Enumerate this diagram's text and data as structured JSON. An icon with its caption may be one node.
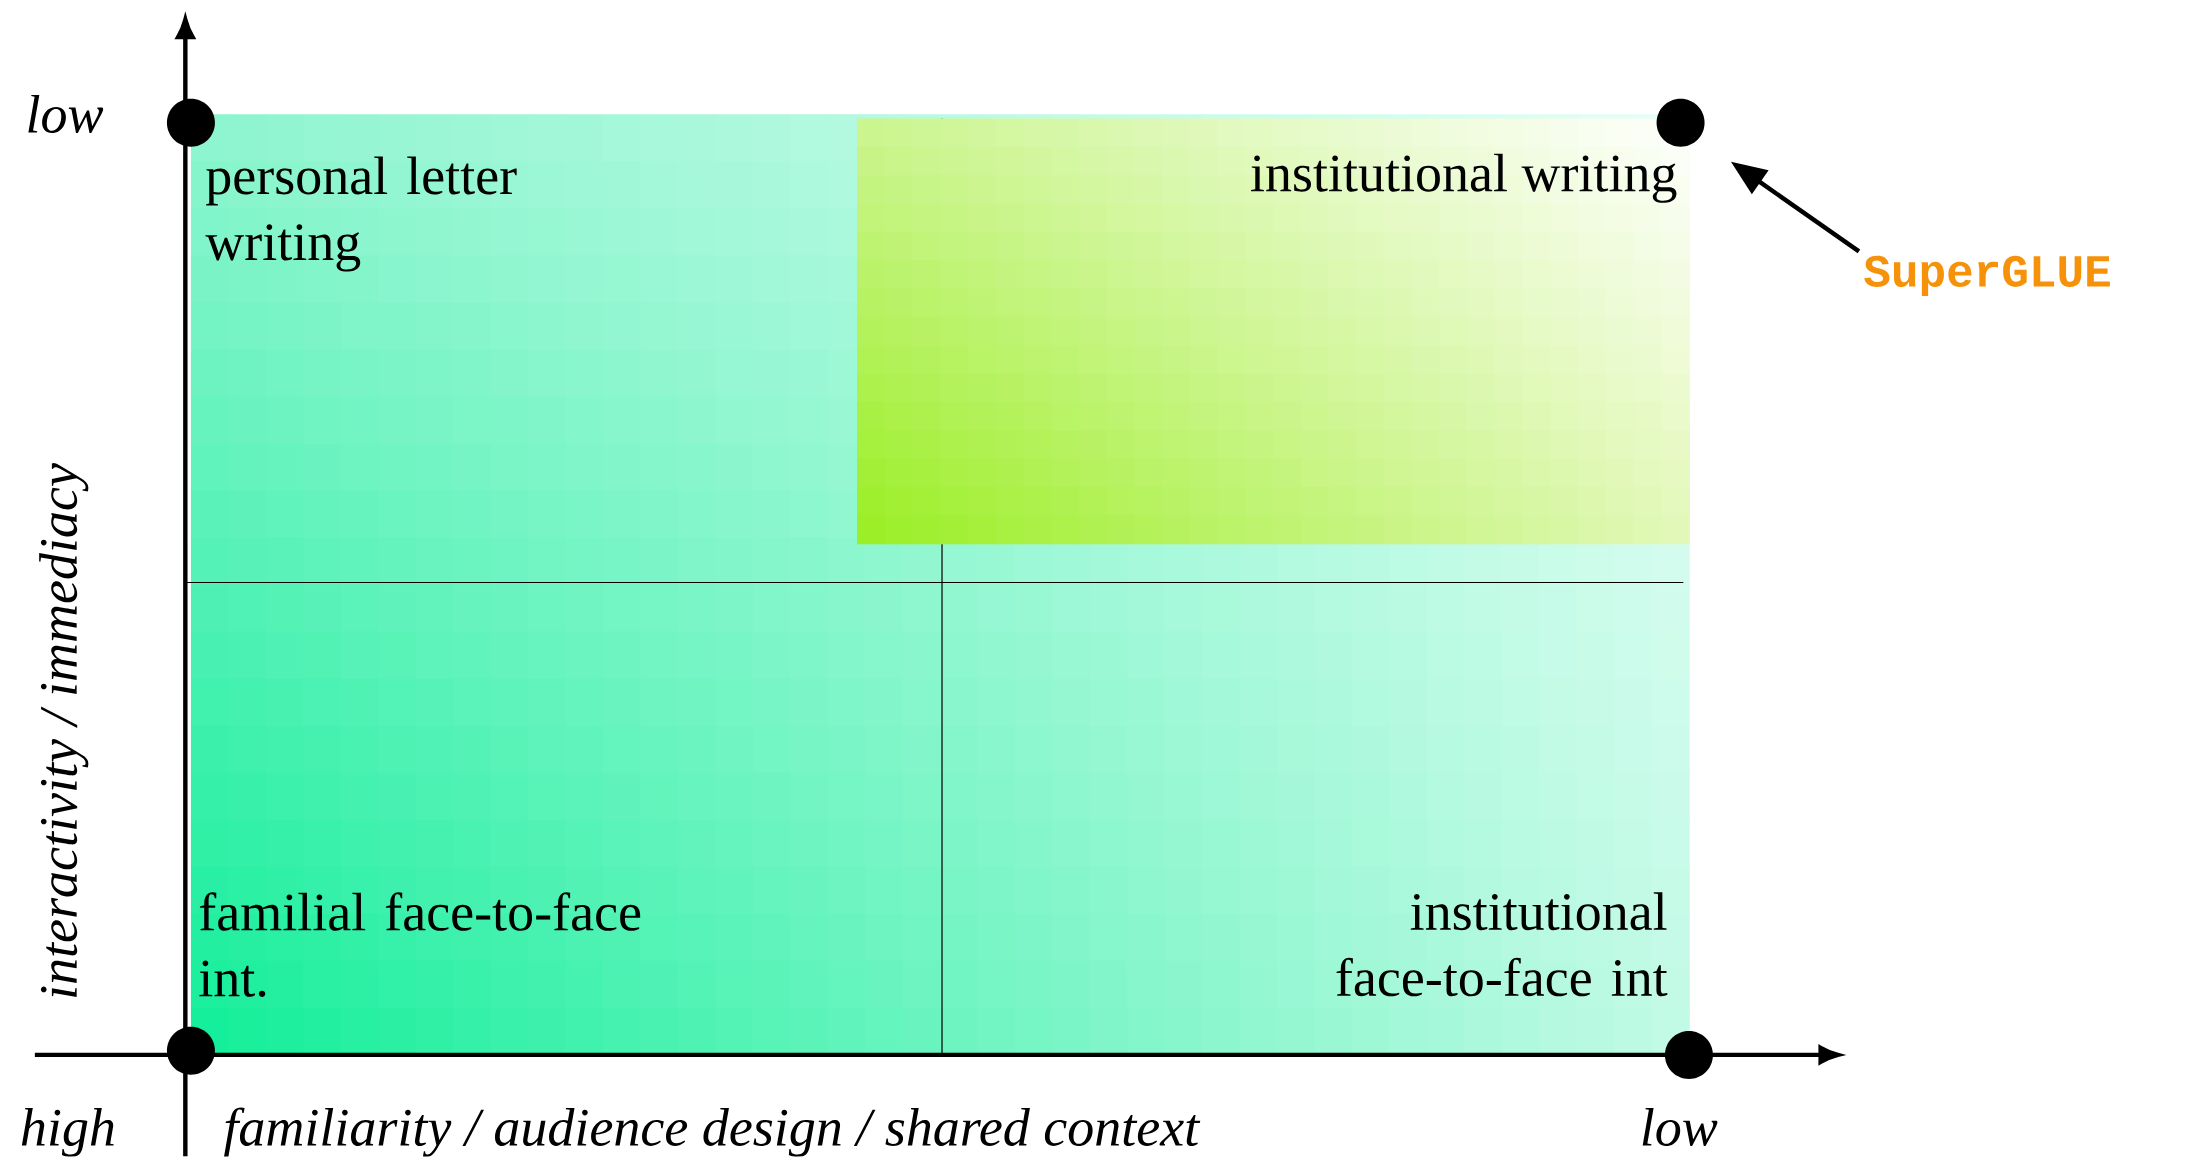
{
  "diagram": {
    "nodes": [
      {
        "text": [
          "personal letter writing",
          "familial face-to-face int.",
          "institutional face-to-face int"
        ]
      },
      {
        "text": [
          "institutional writing"
        ],
        "in": 0
      },
      {
        "text": [],
        "shape": "circle"
      },
      {
        "text": [],
        "shape": "circle"
      },
      {
        "text": [
          "SuperGLUE"
        ]
      },
      {
        "text": [],
        "shape": "circle"
      },
      {
        "text": [],
        "shape": "circle"
      }
    ],
    "edges": [
      {
        "from": 4,
        "to": 3,
        "arrow": "to"
      }
    ],
    "labels": [
      "low",
      "interactivity / immediacy",
      "high",
      "familiarity / audience design / shared context",
      "low"
    ]
  }
}
